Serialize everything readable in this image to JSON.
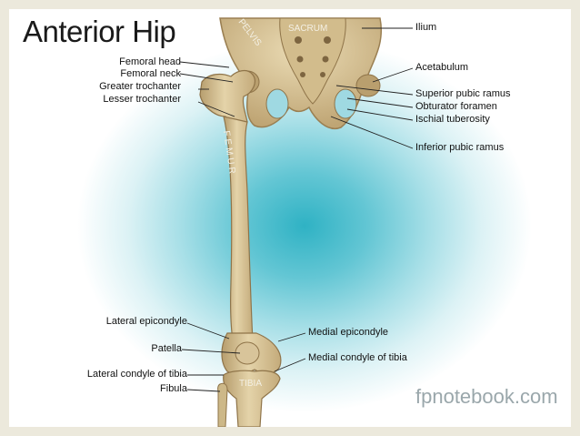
{
  "title": "Anterior Hip",
  "watermark": "fpnotebook.com",
  "bone_labels": {
    "pelvis": "PELVIS",
    "sacrum": "SACRUM",
    "femur": "FEMUR",
    "tibia": "TIBIA"
  },
  "labels": {
    "femoral_head": "Femoral head",
    "femoral_neck": "Femoral neck",
    "greater_trochanter": "Greater trochanter",
    "lesser_trochanter": "Lesser trochanter",
    "ilium": "Ilium",
    "acetabulum": "Acetabulum",
    "superior_pubic_ramus": "Superior pubic ramus",
    "obturator_foramen": "Obturator foramen",
    "ischial_tuberosity": "Ischial tuberosity",
    "inferior_pubic_ramus": "Inferior pubic ramus",
    "lateral_epicondyle": "Lateral epicondyle",
    "patella": "Patella",
    "lateral_condyle_of_tibia": "Lateral condyle of tibia",
    "fibula": "Fibula",
    "medial_epicondyle": "Medial epicondyle",
    "medial_condyle_of_tibia": "Medial condyle of tibia"
  }
}
